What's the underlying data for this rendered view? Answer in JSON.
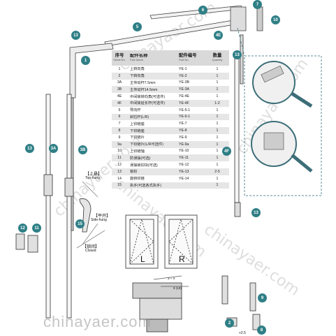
{
  "watermark": "chinayaer.com",
  "watermark_bottom": "chinayaer.com",
  "table": {
    "headers": [
      {
        "zh": "序号",
        "en": "Serial No."
      },
      {
        "zh": "配件名称",
        "en": "Part Name"
      },
      {
        "zh": "配件编号",
        "en": "Part No."
      },
      {
        "zh": "数量",
        "en": "Quantity"
      }
    ],
    "rows": [
      [
        "1",
        "上转向角",
        "YE-1",
        "1"
      ],
      [
        "2",
        "下转向角",
        "YE-2",
        "1"
      ],
      [
        "3A",
        "主传动杆7.5mm",
        "YE-3B",
        "1"
      ],
      [
        "3B",
        "主传动杆14.5mm",
        "YE-3A",
        "1"
      ],
      [
        "4E",
        "中间锁转向角(可选件)",
        "YE-4E",
        "1"
      ],
      [
        "4F",
        "中间锁延长杆(可选件)",
        "YE-4F",
        "1-2"
      ],
      [
        "5",
        "导向杆",
        "YE-5-1",
        "1"
      ],
      [
        "6",
        "斜拉杆(L/R)",
        "YE-6-1",
        "1"
      ],
      [
        "7",
        "上铰链座",
        "YE-7",
        "1"
      ],
      [
        "8",
        "下铰链座",
        "YE-8",
        "1"
      ],
      [
        "9",
        "下铰链片",
        "YE-9",
        "1"
      ],
      [
        "9a",
        "下铰链片(L/R可选件)",
        "YE-9a",
        "1"
      ],
      [
        "10",
        "上铰链轴",
        "YE-10",
        "1"
      ],
      [
        "11",
        "防误操(可选)",
        "YE-11",
        "1"
      ],
      [
        "12",
        "误操锁扣块(可选)",
        "YE-12",
        "1"
      ],
      [
        "13",
        "锁扣",
        "YE-13",
        "2-5"
      ],
      [
        "14",
        "旋转铰链",
        "YE-14",
        "1"
      ],
      [
        "15",
        "执手(可选各式执手)",
        "",
        "1"
      ]
    ]
  },
  "callouts": [
    "1",
    "2",
    "3A",
    "3B",
    "4E",
    "4F",
    "5",
    "6",
    "7",
    "8",
    "9",
    "10",
    "11",
    "12",
    "13",
    "13",
    "13",
    "13",
    "15"
  ],
  "handle_labels": {
    "top_hung_zh": "【上悬】",
    "top_hung_en": "Top-hung",
    "side_hung_zh": "【平开】",
    "side_hung_en": "Side-hung",
    "closed_zh": "【锁闭】",
    "closed_en": "Closed"
  },
  "window_labels": {
    "left": "L",
    "right": "R"
  },
  "dims": {
    "d1": "3 ~ 4",
    "d2": "9 (10)",
    "d3": "+2.5"
  }
}
